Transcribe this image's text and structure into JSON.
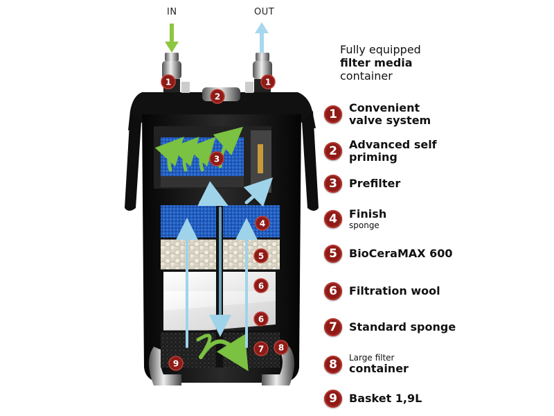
{
  "flow": {
    "in": "IN",
    "out": "OUT"
  },
  "intro": {
    "line1": "Fully equipped",
    "line2": "filter media",
    "line3": "container"
  },
  "legend": [
    {
      "num": "1",
      "l1": "Convenient",
      "l2": "valve system"
    },
    {
      "num": "2",
      "l1": "Advanced self",
      "l2": "priming"
    },
    {
      "num": "3",
      "l1": "Prefilter"
    },
    {
      "num": "4",
      "l1": "Finish",
      "sub": "sponge"
    },
    {
      "num": "5",
      "l1": "BioCeraMAX 600"
    },
    {
      "num": "6",
      "l1": "Filtration wool"
    },
    {
      "num": "7",
      "l1": "Standard sponge"
    },
    {
      "num": "8",
      "pre": "Large filter",
      "l1": "container"
    },
    {
      "num": "9",
      "l1": "Basket 1,9L"
    }
  ],
  "markers": [
    "1",
    "1",
    "2",
    "3",
    "4",
    "5",
    "6",
    "6",
    "7",
    "8",
    "9"
  ],
  "colors": {
    "badge": "#8e1b17",
    "in_arrow": "#8dc63f",
    "out_arrow": "#a8d8ef",
    "blue_sponge": "#1f5fc7",
    "housing": "#151515"
  }
}
